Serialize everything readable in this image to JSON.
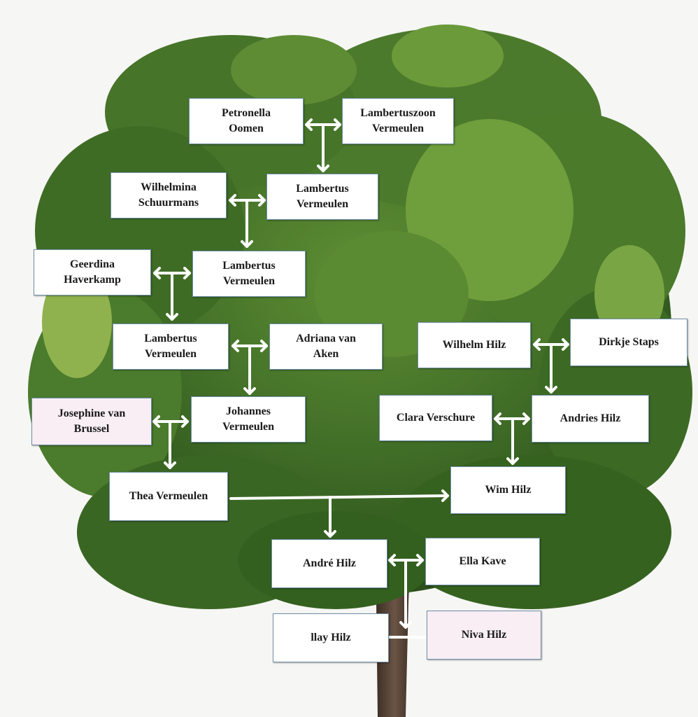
{
  "colors": {
    "box_fill": "#ffffff",
    "box_fill_pink": "#f8eef3",
    "box_border": "#6f8fa8",
    "connector": "#ffffff",
    "foliage_dark": "#2f5a1e",
    "foliage_light": "#7fae45",
    "trunk": "#5a4436"
  },
  "people": {
    "petronella_oomen": "Petronella\nOomen",
    "lambertuszoon_vermeulen": "Lambertuszoon\nVermeulen",
    "wilhelmina_schuurmans": "Wilhelmina\nSchuurmans",
    "lambertus_vermeulen_1": "Lambertus\nVermeulen",
    "geerdina_haverkamp": "Geerdina\nHaverkamp",
    "lambertus_vermeulen_2": "Lambertus\nVermeulen",
    "lambertus_vermeulen_3": "Lambertus\nVermeulen",
    "adriana_van_aken": "Adriana van\nAken",
    "wilhelm_hilz": "Wilhelm Hilz",
    "dirkje_staps": "Dirkje Staps",
    "josephine_van_brussel": "Josephine van\nBrussel",
    "johannes_vermeulen": "Johannes\nVermeulen",
    "clara_verschure": "Clara Verschure",
    "andries_hilz": "Andries Hilz",
    "thea_vermeulen": "Thea Vermeulen",
    "wim_hilz": "Wim Hilz",
    "andre_hilz": "André Hilz",
    "ella_kave": "Ella Kave",
    "llay_hilz": "llay Hilz",
    "niva_hilz": "Niva Hilz"
  }
}
